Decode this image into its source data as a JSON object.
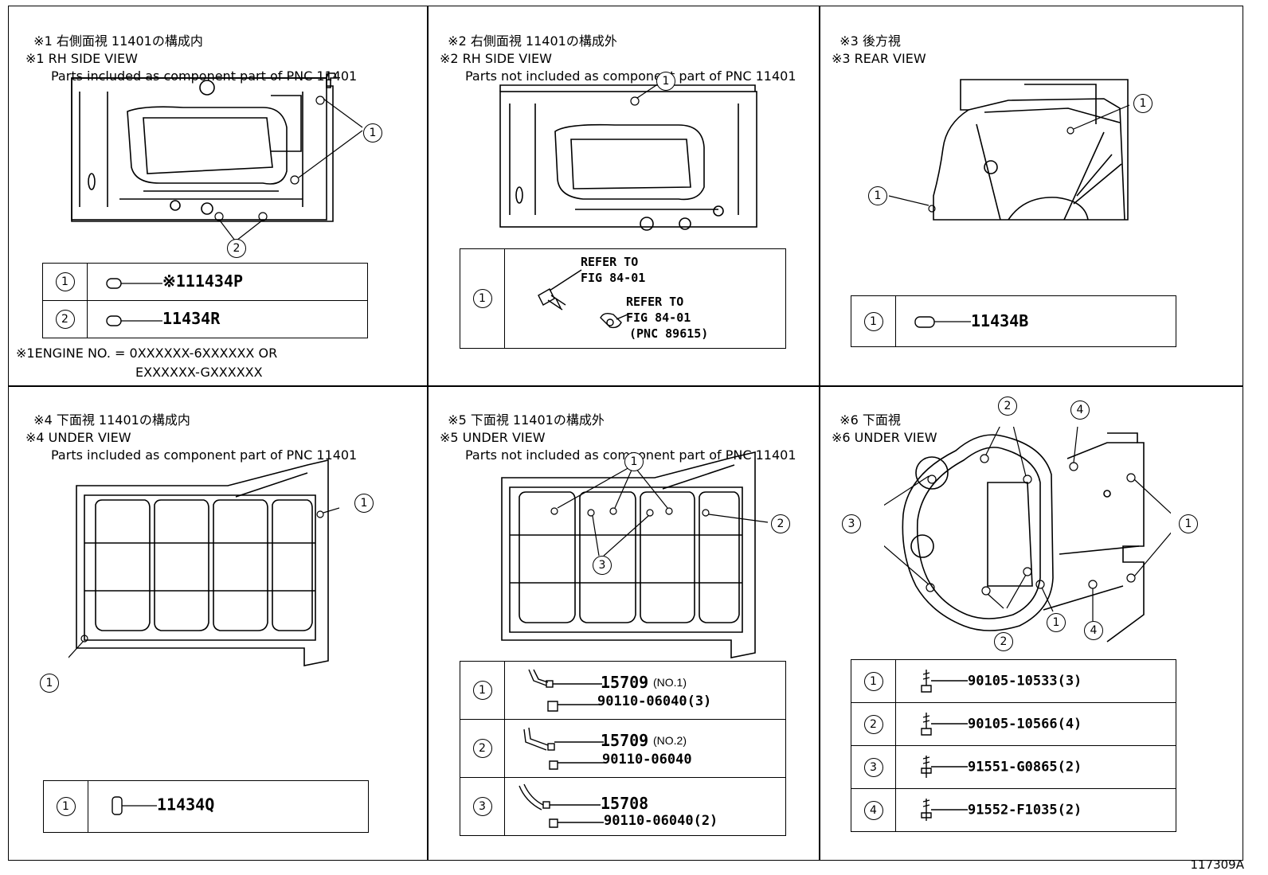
{
  "panels": [
    {
      "line1": "※1 右側面視 11401の構成内",
      "line2": "※1 RH SIDE VIEW",
      "line3": "Parts included as component part of PNC 11401"
    },
    {
      "line1": "※2 右側面視 11401の構成外",
      "line2": "※2 RH SIDE VIEW",
      "line3": "Parts not included as component part of PNC 11401"
    },
    {
      "line1": "※3 後方視",
      "line2": "※3 REAR VIEW",
      "line3": ""
    },
    {
      "line1": "※4 下面視 11401の構成内",
      "line2": "※4 UNDER VIEW",
      "line3": "Parts included as component part of PNC 11401"
    },
    {
      "line1": "※5 下面視 11401の構成外",
      "line2": "※5 UNDER VIEW",
      "line3": "Parts not included as component part of PNC 11401"
    },
    {
      "line1": "※6 下面視",
      "line2": "※6 UNDER VIEW",
      "line3": ""
    }
  ],
  "tables": {
    "t1": [
      {
        "num": "1",
        "part": "※111434P"
      },
      {
        "num": "2",
        "part": "11434R"
      }
    ],
    "t2": {
      "num": "1",
      "refer_a1": "REFER TO",
      "refer_a2": "FIG 84-01",
      "refer_b1": "REFER TO",
      "refer_b2": "FIG 84-01",
      "refer_b3": "(PNC 89615)"
    },
    "t3": [
      {
        "num": "1",
        "part": "11434B"
      }
    ],
    "t4": [
      {
        "num": "1",
        "part": "11434Q"
      }
    ],
    "t5": [
      {
        "num": "1",
        "part": "15709",
        "suffix": "(NO.1)",
        "bolt": "90110-06040(3)"
      },
      {
        "num": "2",
        "part": "15709",
        "suffix": "(NO.2)",
        "bolt": "90110-06040"
      },
      {
        "num": "3",
        "part": "15708",
        "suffix": "",
        "bolt": "90110-06040(2)"
      }
    ],
    "t6": [
      {
        "num": "1",
        "part": "90105-10533(3)"
      },
      {
        "num": "2",
        "part": "90105-10566(4)"
      },
      {
        "num": "3",
        "part": "91551-G0865(2)"
      },
      {
        "num": "4",
        "part": "91552-F1035(2)"
      }
    ]
  },
  "engine_note": {
    "line1": "※1ENGINE NO. = 0XXXXXX-6XXXXXX OR",
    "line2": "EXXXXXX-GXXXXXX"
  },
  "callouts": {
    "c1": "1",
    "c2": "2",
    "c3": "3",
    "c4": "4"
  },
  "figure_code": "117309A"
}
